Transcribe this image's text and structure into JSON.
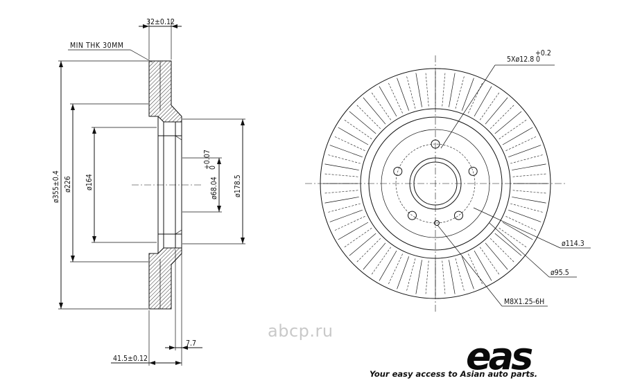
{
  "dimensions": {
    "thickness_top": "32±0.12",
    "min_thickness": "MIN THK 30MM",
    "outer_diameter": "ø355±0.4",
    "d226": "ø226",
    "d164": "ø164",
    "center_bore_value": "ø68.04",
    "center_bore_tol_upper": "+0.07",
    "center_bore_tol_lower": "0",
    "d178": "ø178.5",
    "offset": "7.7",
    "height": "41.5±0.12",
    "bolt_holes": "5Xø12.8",
    "bolt_tol_upper": "+0.2",
    "bolt_tol_lower": "0",
    "pcd": "ø114.3",
    "d95": "ø95.5",
    "thread": "M8X1.25-6H"
  },
  "branding": {
    "watermark": "abcp.ru",
    "logo": "eas",
    "tagline": "Your easy access to Asian auto parts."
  }
}
